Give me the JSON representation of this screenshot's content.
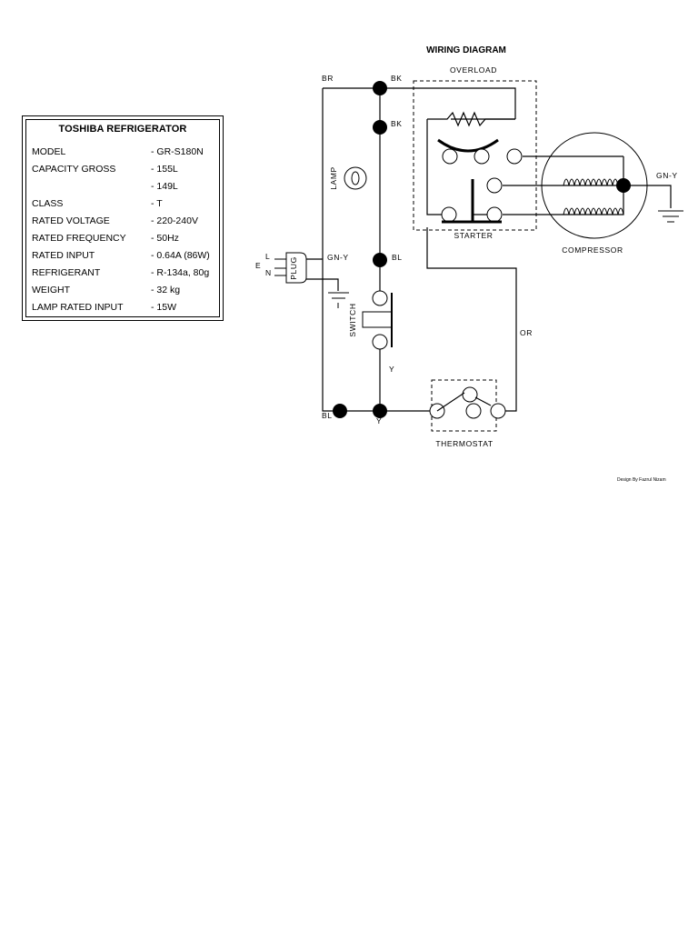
{
  "spec": {
    "title": "TOSHIBA REFRIGERATOR",
    "rows": [
      {
        "label": "MODEL",
        "value": "- GR-S180N"
      },
      {
        "label": "CAPACITY GROSS",
        "value": "- 155L"
      },
      {
        "label": "",
        "value": "- 149L"
      },
      {
        "label": "CLASS",
        "value": "- T"
      },
      {
        "label": "RATED VOLTAGE",
        "value": "- 220-240V"
      },
      {
        "label": "RATED FREQUENCY",
        "value": "- 50Hz"
      },
      {
        "label": "RATED INPUT",
        "value": "- 0.64A (86W)"
      },
      {
        "label": "REFRIGERANT",
        "value": "- R-134a, 80g"
      },
      {
        "label": "WEIGHT",
        "value": "- 32 kg"
      },
      {
        "label": "LAMP RATED INPUT",
        "value": "- 15W"
      }
    ]
  },
  "diagram": {
    "title": "WIRING DIAGRAM",
    "labels": {
      "overload": "OVERLOAD",
      "starter": "STARTER",
      "compressor": "COMPRESSOR",
      "thermostat": "THERMOSTAT",
      "lamp": "LAMP",
      "switch": "SWITCH",
      "plug": "PLUG",
      "plug_l": "L",
      "plug_e": "E",
      "plug_n": "N",
      "wire_br": "BR",
      "wire_bk_top": "BK",
      "wire_bk_mid": "BK",
      "wire_gny_plug": "GN-Y",
      "wire_bl_mid": "BL",
      "wire_y_mid": "Y",
      "wire_bl_bottom": "BL",
      "wire_y_bottom": "Y",
      "wire_or": "OR",
      "wire_gny_comp": "GN-Y"
    },
    "credit": "Design By Fazrul Nizam"
  }
}
